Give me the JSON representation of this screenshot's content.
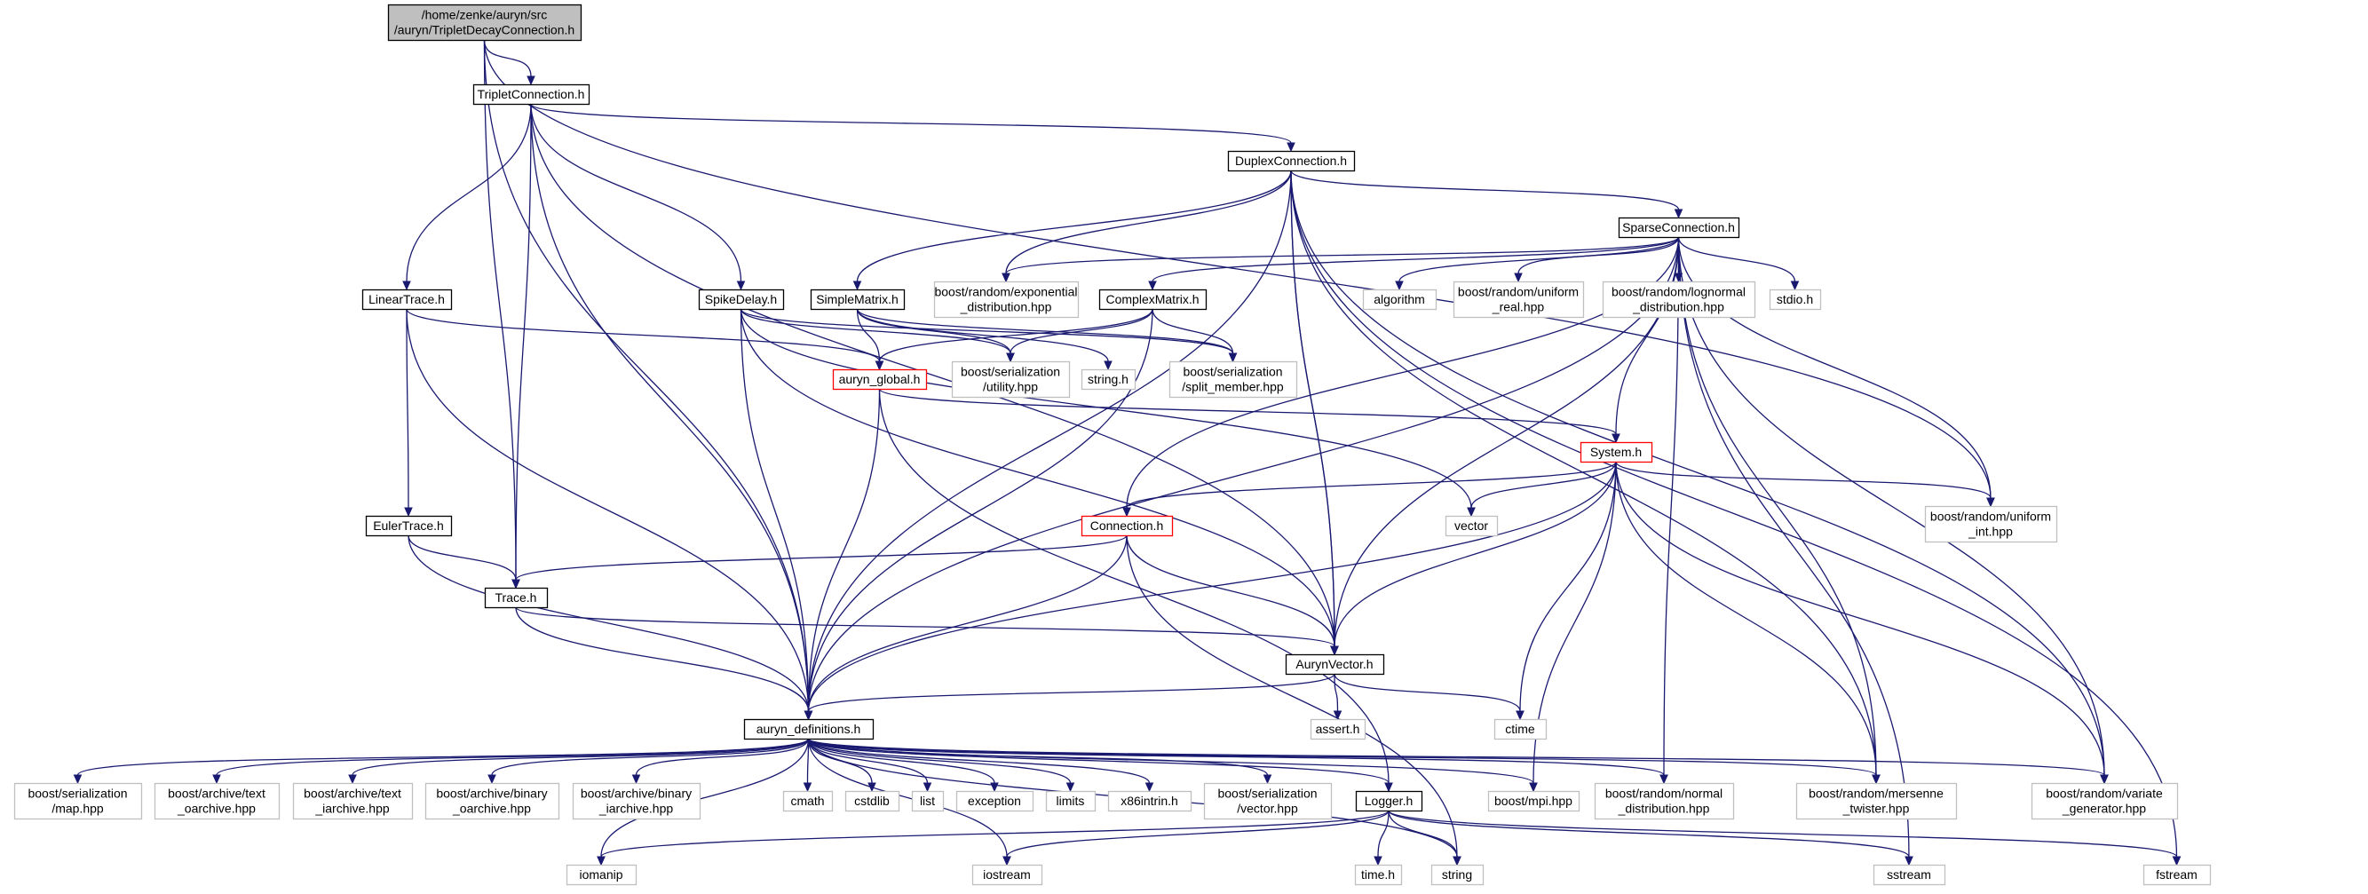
{
  "colors": {
    "edge": "#191970",
    "box_border_default": "#000000",
    "box_border_missing": "#bfbfbf",
    "box_border_error": "#ff0000",
    "box_fill_default": "#ffffff",
    "box_fill_root": "#bfbfbf"
  },
  "nodes": [
    {
      "id": "root",
      "lines": [
        "/home/zenke/auryn/src",
        "/auryn/TripletDecayConnection.h"
      ],
      "kind": "root"
    },
    {
      "id": "triplet",
      "lines": [
        "TripletConnection.h"
      ],
      "kind": "normal"
    },
    {
      "id": "duplex",
      "lines": [
        "DuplexConnection.h"
      ],
      "kind": "normal"
    },
    {
      "id": "sparse",
      "lines": [
        "SparseConnection.h"
      ],
      "kind": "normal"
    },
    {
      "id": "lineartrace",
      "lines": [
        "LinearTrace.h"
      ],
      "kind": "normal"
    },
    {
      "id": "spikedelay",
      "lines": [
        "SpikeDelay.h"
      ],
      "kind": "normal"
    },
    {
      "id": "simplematrix",
      "lines": [
        "SimpleMatrix.h"
      ],
      "kind": "normal"
    },
    {
      "id": "boostexp",
      "lines": [
        "boost/random/exponential",
        "_distribution.hpp"
      ],
      "kind": "missing"
    },
    {
      "id": "complexmatrix",
      "lines": [
        "ComplexMatrix.h"
      ],
      "kind": "normal"
    },
    {
      "id": "algorithm",
      "lines": [
        "algorithm"
      ],
      "kind": "missing"
    },
    {
      "id": "uniformreal",
      "lines": [
        "boost/random/uniform",
        "_real.hpp"
      ],
      "kind": "missing"
    },
    {
      "id": "lognormal",
      "lines": [
        "boost/random/lognormal",
        "_distribution.hpp"
      ],
      "kind": "missing"
    },
    {
      "id": "stdio",
      "lines": [
        "stdio.h"
      ],
      "kind": "missing"
    },
    {
      "id": "aurynglobal",
      "lines": [
        "auryn_global.h"
      ],
      "kind": "error"
    },
    {
      "id": "serutility",
      "lines": [
        "boost/serialization",
        "/utility.hpp"
      ],
      "kind": "missing"
    },
    {
      "id": "stringh",
      "lines": [
        "string.h"
      ],
      "kind": "missing"
    },
    {
      "id": "splitmember",
      "lines": [
        "boost/serialization",
        "/split_member.hpp"
      ],
      "kind": "missing"
    },
    {
      "id": "system",
      "lines": [
        "System.h"
      ],
      "kind": "error"
    },
    {
      "id": "uniformint",
      "lines": [
        "boost/random/uniform",
        "_int.hpp"
      ],
      "kind": "missing"
    },
    {
      "id": "eulertrace",
      "lines": [
        "EulerTrace.h"
      ],
      "kind": "normal"
    },
    {
      "id": "connection",
      "lines": [
        "Connection.h"
      ],
      "kind": "error"
    },
    {
      "id": "vector",
      "lines": [
        "vector"
      ],
      "kind": "missing"
    },
    {
      "id": "trace",
      "lines": [
        "Trace.h"
      ],
      "kind": "normal"
    },
    {
      "id": "aurynvector",
      "lines": [
        "AurynVector.h"
      ],
      "kind": "normal"
    },
    {
      "id": "asserth",
      "lines": [
        "assert.h"
      ],
      "kind": "missing"
    },
    {
      "id": "ctime",
      "lines": [
        "ctime"
      ],
      "kind": "missing"
    },
    {
      "id": "defs",
      "lines": [
        "auryn_definitions.h"
      ],
      "kind": "normal"
    },
    {
      "id": "sermap",
      "lines": [
        "boost/serialization",
        "/map.hpp"
      ],
      "kind": "missing"
    },
    {
      "id": "textoarchive",
      "lines": [
        "boost/archive/text",
        "_oarchive.hpp"
      ],
      "kind": "missing"
    },
    {
      "id": "textiarchive",
      "lines": [
        "boost/archive/text",
        "_iarchive.hpp"
      ],
      "kind": "missing"
    },
    {
      "id": "binoarchive",
      "lines": [
        "boost/archive/binary",
        "_oarchive.hpp"
      ],
      "kind": "missing"
    },
    {
      "id": "biniarchive",
      "lines": [
        "boost/archive/binary",
        "_iarchive.hpp"
      ],
      "kind": "missing"
    },
    {
      "id": "cmath",
      "lines": [
        "cmath"
      ],
      "kind": "missing"
    },
    {
      "id": "cstdlib",
      "lines": [
        "cstdlib"
      ],
      "kind": "missing"
    },
    {
      "id": "list",
      "lines": [
        "list"
      ],
      "kind": "missing"
    },
    {
      "id": "exception",
      "lines": [
        "exception"
      ],
      "kind": "missing"
    },
    {
      "id": "limits",
      "lines": [
        "limits"
      ],
      "kind": "missing"
    },
    {
      "id": "x86intrin",
      "lines": [
        "x86intrin.h"
      ],
      "kind": "missing"
    },
    {
      "id": "servector",
      "lines": [
        "boost/serialization",
        "/vector.hpp"
      ],
      "kind": "missing"
    },
    {
      "id": "logger",
      "lines": [
        "Logger.h"
      ],
      "kind": "normal"
    },
    {
      "id": "mpi",
      "lines": [
        "boost/mpi.hpp"
      ],
      "kind": "missing"
    },
    {
      "id": "normal",
      "lines": [
        "boost/random/normal",
        "_distribution.hpp"
      ],
      "kind": "missing"
    },
    {
      "id": "mersenne",
      "lines": [
        "boost/random/mersenne",
        "_twister.hpp"
      ],
      "kind": "missing"
    },
    {
      "id": "variate",
      "lines": [
        "boost/random/variate",
        "_generator.hpp"
      ],
      "kind": "missing"
    },
    {
      "id": "iomanip",
      "lines": [
        "iomanip"
      ],
      "kind": "missing"
    },
    {
      "id": "iostream",
      "lines": [
        "iostream"
      ],
      "kind": "missing"
    },
    {
      "id": "timeh",
      "lines": [
        "time.h"
      ],
      "kind": "missing"
    },
    {
      "id": "string",
      "lines": [
        "string"
      ],
      "kind": "missing"
    },
    {
      "id": "sstream",
      "lines": [
        "sstream"
      ],
      "kind": "missing"
    },
    {
      "id": "fstream",
      "lines": [
        "fstream"
      ],
      "kind": "missing"
    }
  ],
  "edges": [
    [
      "root",
      "triplet"
    ],
    [
      "root",
      "trace"
    ],
    [
      "root",
      "defs"
    ],
    [
      "root",
      "uniformint"
    ],
    [
      "triplet",
      "duplex"
    ],
    [
      "triplet",
      "lineartrace"
    ],
    [
      "triplet",
      "spikedelay"
    ],
    [
      "triplet",
      "trace"
    ],
    [
      "triplet",
      "aurynvector"
    ],
    [
      "triplet",
      "defs"
    ],
    [
      "duplex",
      "sparse"
    ],
    [
      "duplex",
      "simplematrix"
    ],
    [
      "duplex",
      "boostexp"
    ],
    [
      "duplex",
      "aurynvector"
    ],
    [
      "duplex",
      "defs"
    ],
    [
      "duplex",
      "aurynvector"
    ],
    [
      "duplex",
      "mersenne"
    ],
    [
      "duplex",
      "variate"
    ],
    [
      "duplex",
      "fstream"
    ],
    [
      "sparse",
      "complexmatrix"
    ],
    [
      "sparse",
      "algorithm"
    ],
    [
      "sparse",
      "uniformreal"
    ],
    [
      "sparse",
      "lognormal"
    ],
    [
      "sparse",
      "stdio"
    ],
    [
      "sparse",
      "system"
    ],
    [
      "sparse",
      "uniformint"
    ],
    [
      "sparse",
      "connection"
    ],
    [
      "sparse",
      "aurynvector"
    ],
    [
      "sparse",
      "defs"
    ],
    [
      "sparse",
      "boostexp"
    ],
    [
      "sparse",
      "normal"
    ],
    [
      "sparse",
      "mersenne"
    ],
    [
      "sparse",
      "variate"
    ],
    [
      "sparse",
      "sstream"
    ],
    [
      "lineartrace",
      "aurynglobal"
    ],
    [
      "lineartrace",
      "eulertrace"
    ],
    [
      "lineartrace",
      "defs"
    ],
    [
      "spikedelay",
      "serutility"
    ],
    [
      "spikedelay",
      "splitmember"
    ],
    [
      "spikedelay",
      "vector"
    ],
    [
      "spikedelay",
      "aurynvector"
    ],
    [
      "spikedelay",
      "defs"
    ],
    [
      "simplematrix",
      "aurynglobal"
    ],
    [
      "simplematrix",
      "serutility"
    ],
    [
      "simplematrix",
      "stringh"
    ],
    [
      "simplematrix",
      "splitmember"
    ],
    [
      "complexmatrix",
      "aurynglobal"
    ],
    [
      "complexmatrix",
      "serutility"
    ],
    [
      "complexmatrix",
      "splitmember"
    ],
    [
      "complexmatrix",
      "defs"
    ],
    [
      "aurynglobal",
      "system"
    ],
    [
      "aurynglobal",
      "defs"
    ],
    [
      "aurynglobal",
      "logger"
    ],
    [
      "system",
      "connection"
    ],
    [
      "system",
      "vector"
    ],
    [
      "system",
      "uniformint"
    ],
    [
      "system",
      "aurynvector"
    ],
    [
      "system",
      "defs"
    ],
    [
      "system",
      "ctime"
    ],
    [
      "system",
      "mpi"
    ],
    [
      "system",
      "mersenne"
    ],
    [
      "system",
      "variate"
    ],
    [
      "eulertrace",
      "trace"
    ],
    [
      "eulertrace",
      "defs"
    ],
    [
      "connection",
      "trace"
    ],
    [
      "connection",
      "aurynvector"
    ],
    [
      "connection",
      "defs"
    ],
    [
      "connection",
      "string"
    ],
    [
      "trace",
      "aurynvector"
    ],
    [
      "trace",
      "defs"
    ],
    [
      "aurynvector",
      "asserth"
    ],
    [
      "aurynvector",
      "ctime"
    ],
    [
      "aurynvector",
      "defs"
    ],
    [
      "defs",
      "sermap"
    ],
    [
      "defs",
      "textoarchive"
    ],
    [
      "defs",
      "textiarchive"
    ],
    [
      "defs",
      "binoarchive"
    ],
    [
      "defs",
      "biniarchive"
    ],
    [
      "defs",
      "cmath"
    ],
    [
      "defs",
      "cstdlib"
    ],
    [
      "defs",
      "list"
    ],
    [
      "defs",
      "exception"
    ],
    [
      "defs",
      "limits"
    ],
    [
      "defs",
      "x86intrin"
    ],
    [
      "defs",
      "servector"
    ],
    [
      "defs",
      "logger"
    ],
    [
      "defs",
      "mpi"
    ],
    [
      "defs",
      "normal"
    ],
    [
      "defs",
      "mersenne"
    ],
    [
      "defs",
      "variate"
    ],
    [
      "defs",
      "iomanip"
    ],
    [
      "defs",
      "iostream"
    ],
    [
      "defs",
      "string"
    ],
    [
      "logger",
      "iomanip"
    ],
    [
      "logger",
      "iostream"
    ],
    [
      "logger",
      "timeh"
    ],
    [
      "logger",
      "string"
    ],
    [
      "logger",
      "sstream"
    ],
    [
      "logger",
      "fstream"
    ]
  ]
}
